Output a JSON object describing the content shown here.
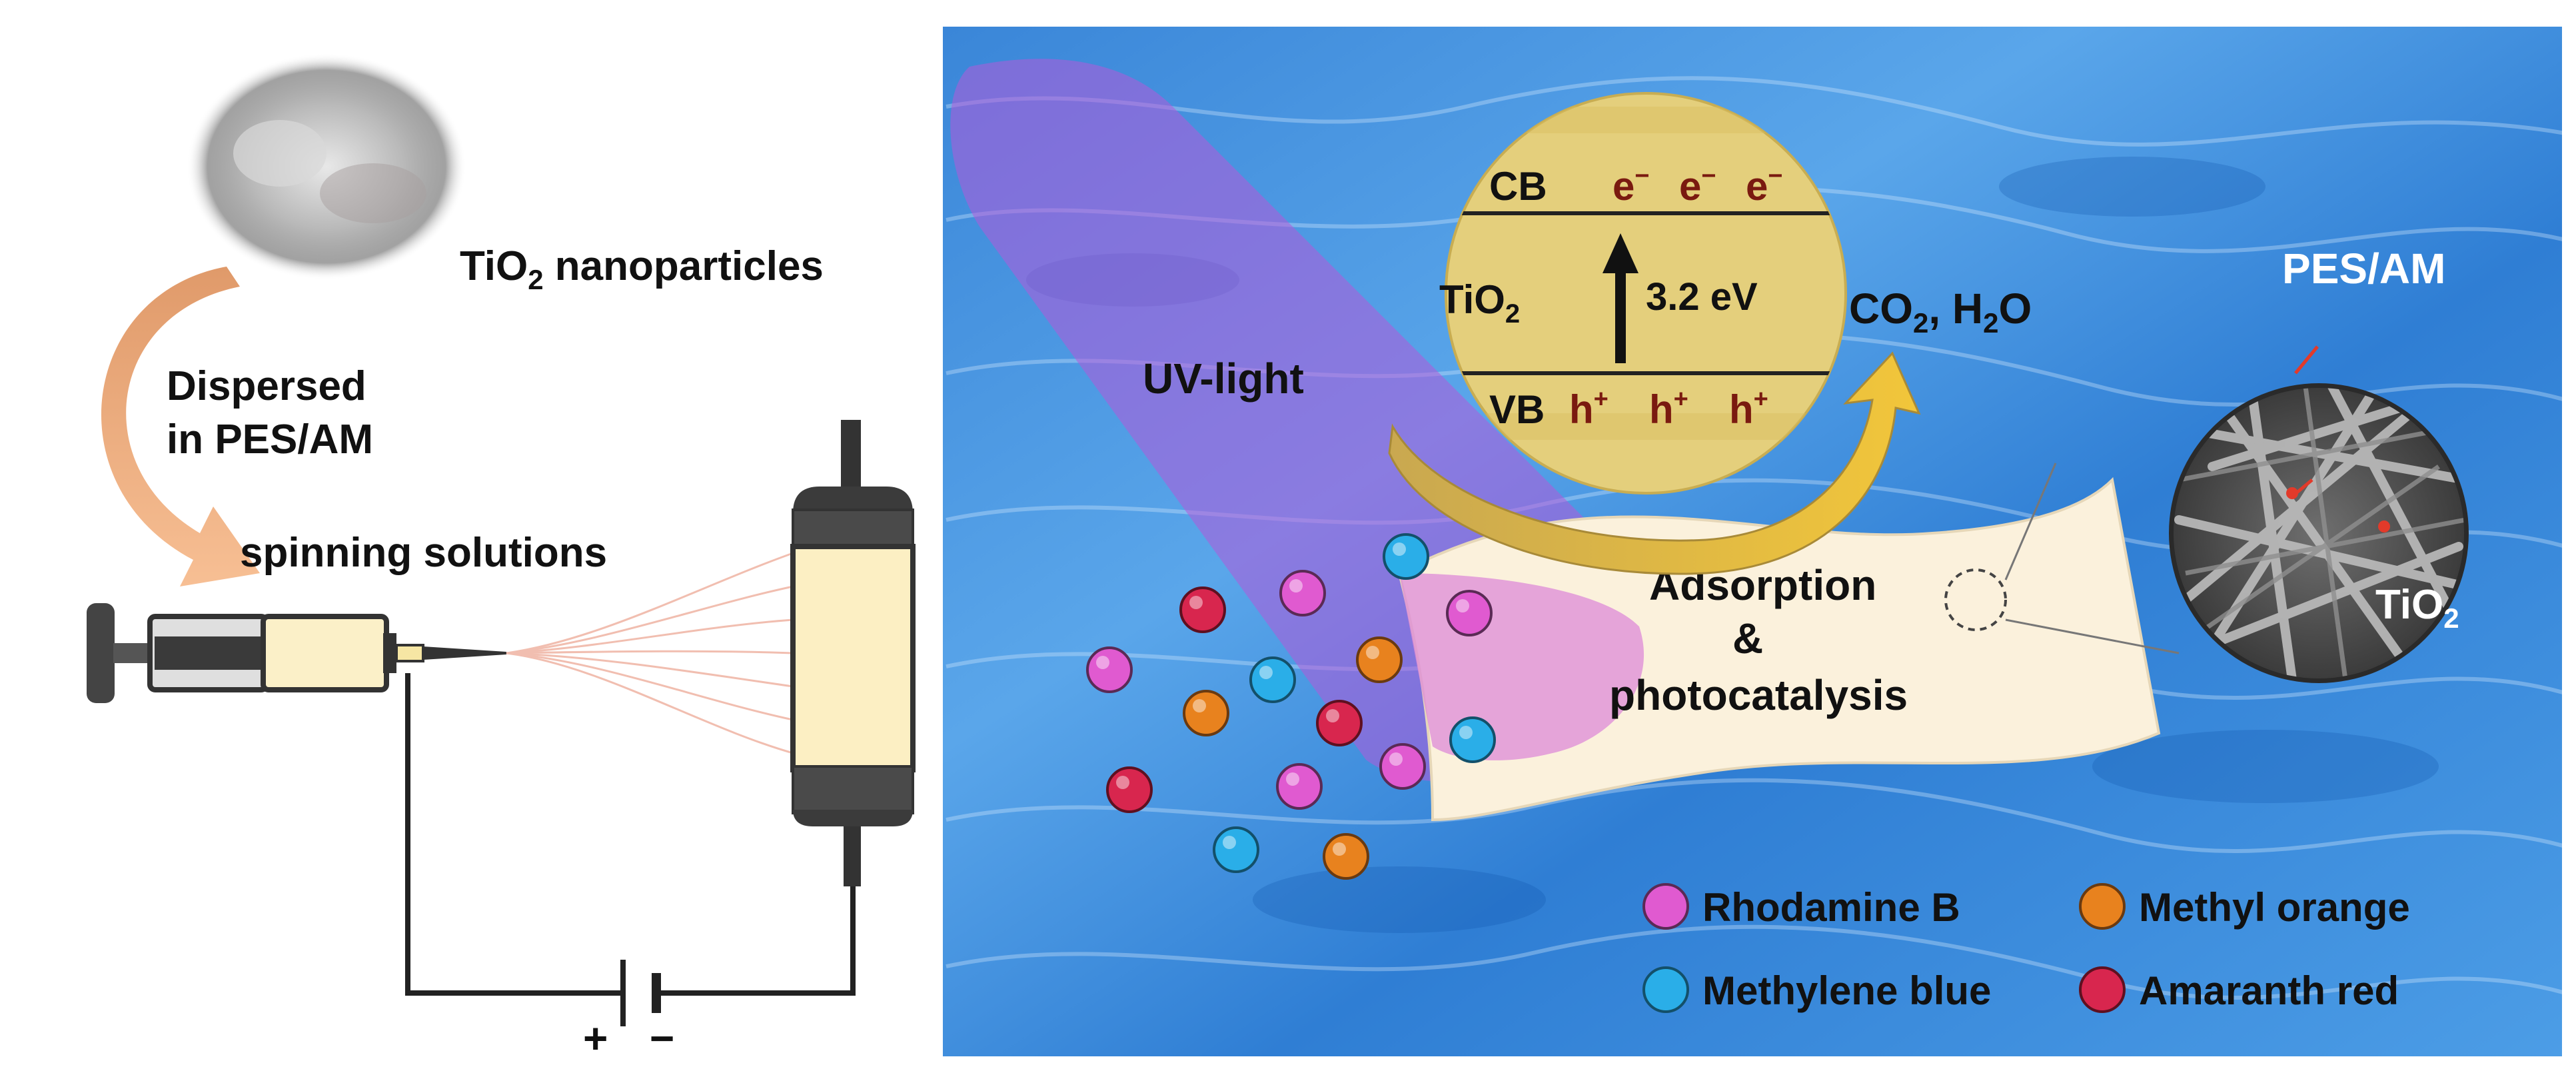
{
  "left_panel": {
    "powder_label_main": "TiO",
    "powder_label_sub": "2",
    "powder_label_rest": " nanoparticles",
    "dispersed_line1": "Dispersed",
    "dispersed_line2": "in PES/AM",
    "spinning_label": "spinning solutions",
    "plus_sign": "+",
    "minus_sign": "−"
  },
  "band_diagram": {
    "cb_label": "CB",
    "vb_label": "VB",
    "electron": "e",
    "electron_sup": "−",
    "hole": "h",
    "hole_sup": "+",
    "tio2_main": "TiO",
    "tio2_sub": "2",
    "gap_label": "3.2 eV"
  },
  "products": {
    "co2_main": "CO",
    "co2_sub": "2",
    "sep": ", H",
    "h2o_sub": "2",
    "h2o_rest": "O"
  },
  "uv_label": "UV-light",
  "membrane": {
    "line1": "Adsorption",
    "line2": "&",
    "line3": "photocatalysis"
  },
  "sem": {
    "pes_label": "PES/AM",
    "tio2_main": "TiO",
    "tio2_sub": "2"
  },
  "legend": [
    {
      "label": "Rhodamine B",
      "color": "#e05ad0"
    },
    {
      "label": "Methyl orange",
      "color": "#e8821e"
    },
    {
      "label": "Methylene blue",
      "color": "#2aaee8"
    },
    {
      "label": "Amaranth red",
      "color": "#d8264e"
    }
  ],
  "colors": {
    "rhodamine": "#e05ad0",
    "orange": "#e8821e",
    "blue": "#2aaee8",
    "red": "#d8264e",
    "band_fill": "#e4cf7c",
    "uv_beam": "#b25ad8",
    "membrane_fill": "#fbf1dc",
    "arrow_curve": "#f0a875"
  }
}
